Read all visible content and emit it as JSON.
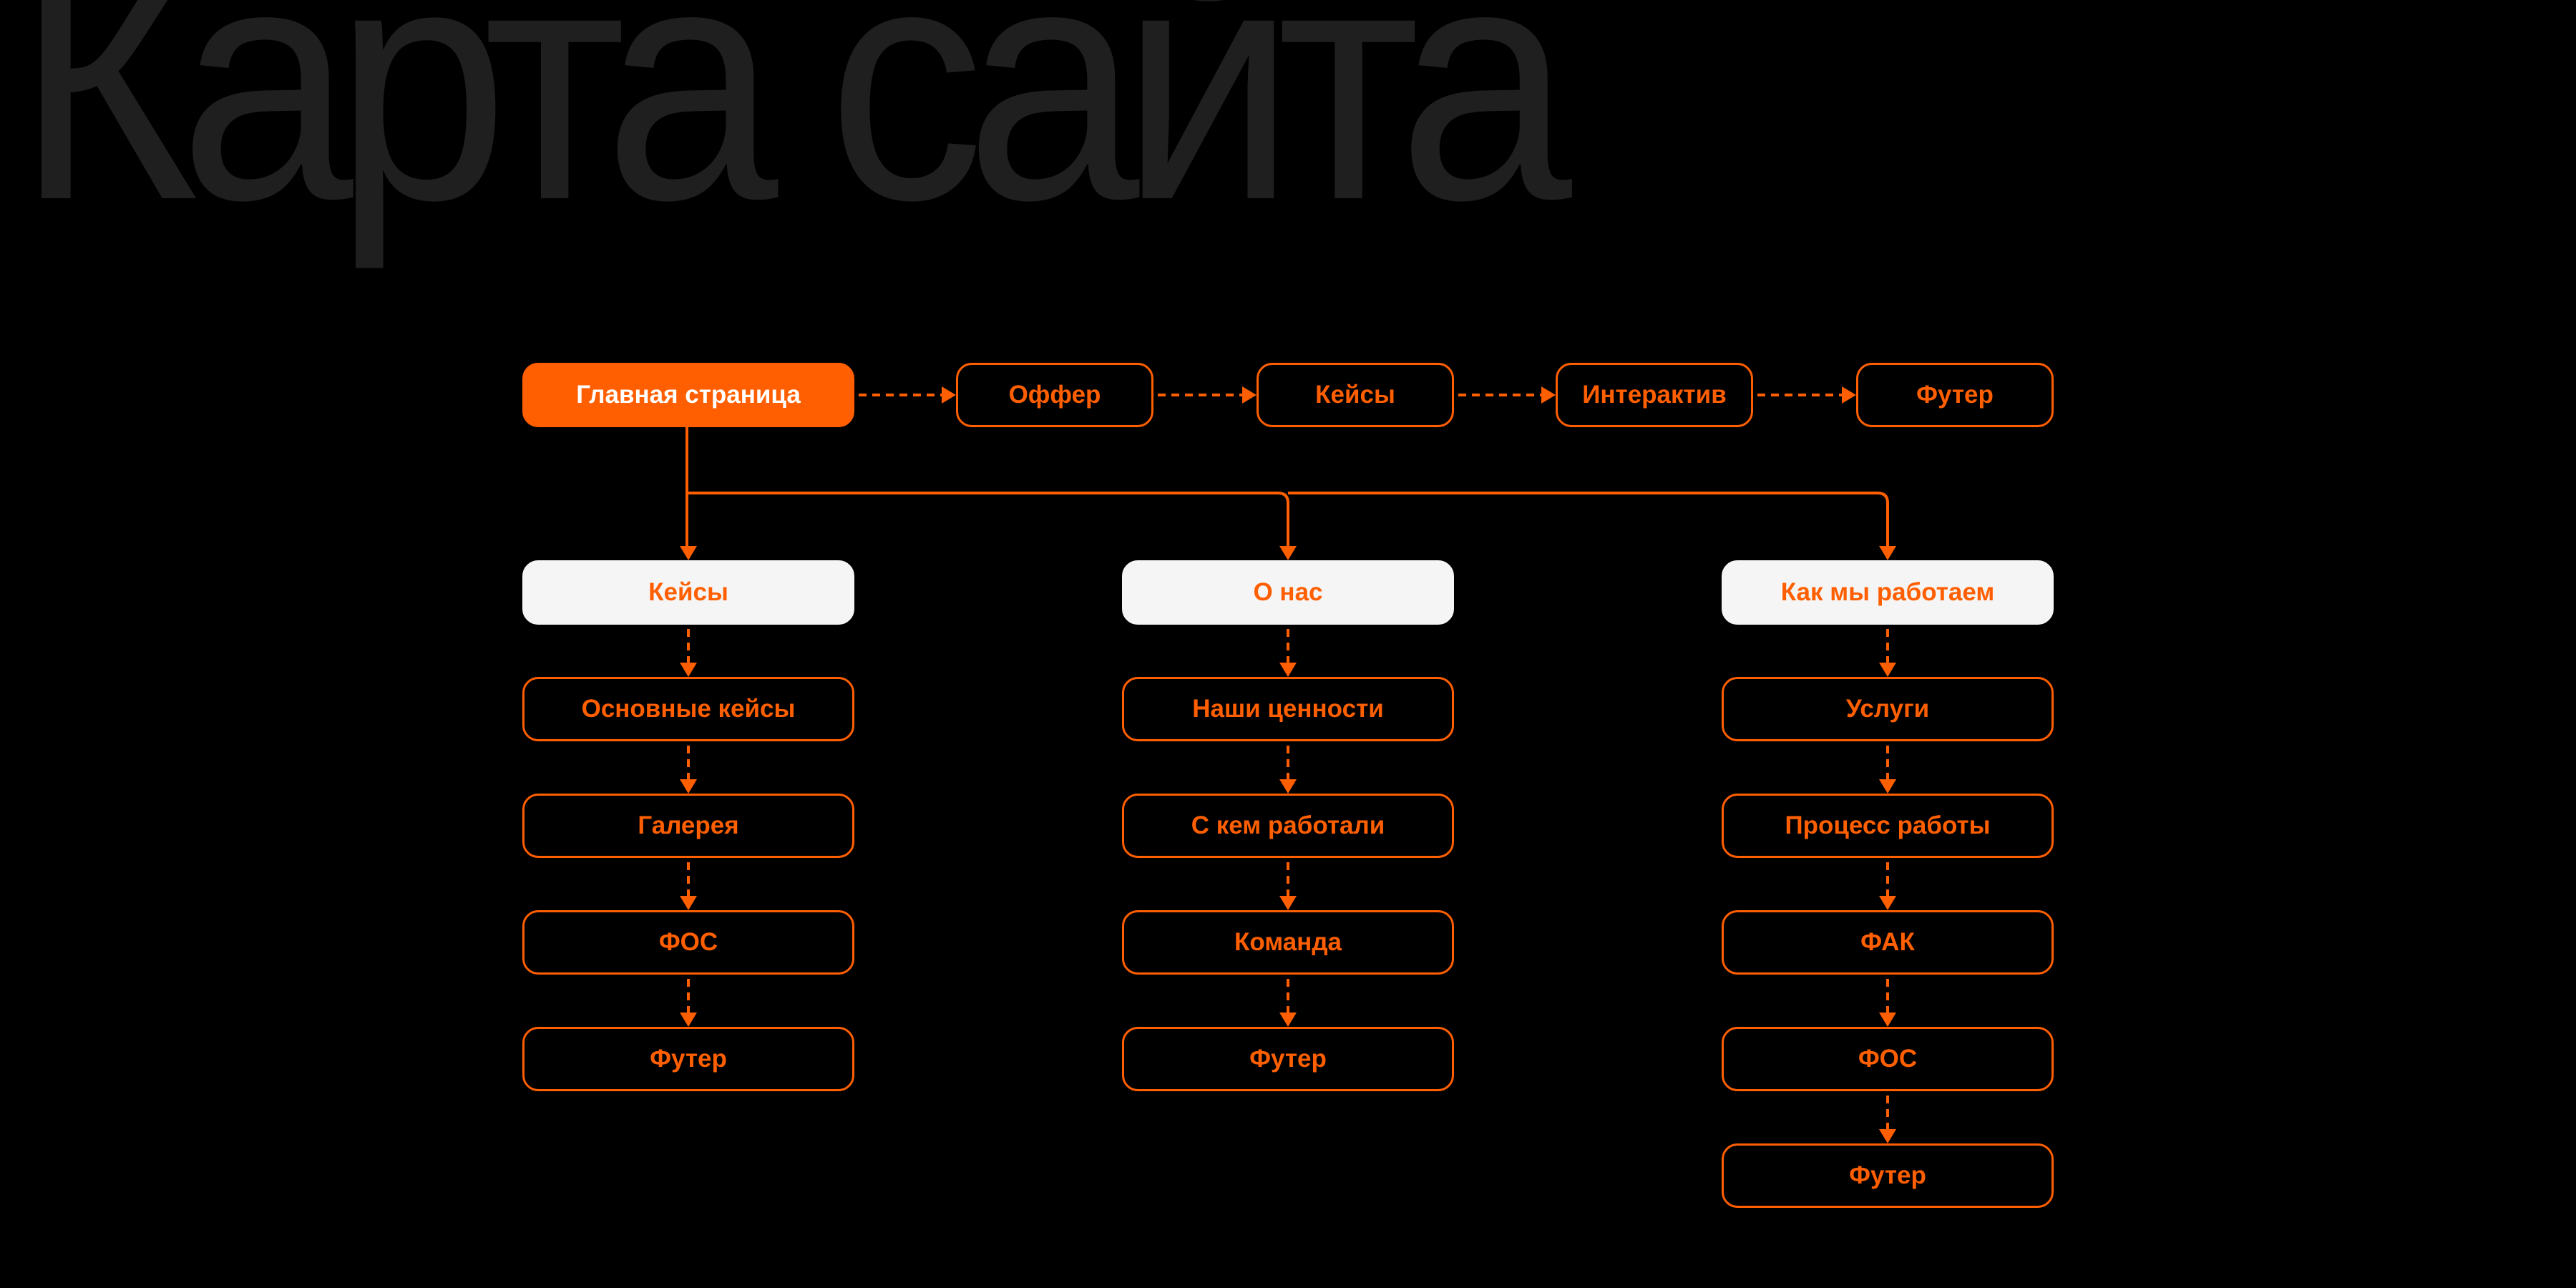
{
  "title": "Карта сайта",
  "colors": {
    "accent": "#ff5f00",
    "section_bg": "#f5f5f5",
    "title": "#1f1f1f",
    "background": "#000000"
  },
  "main": {
    "label": "Главная страница"
  },
  "top_flow": [
    "Оффер",
    "Кейсы",
    "Интерактив",
    "Футер"
  ],
  "columns": [
    {
      "section": "Кейсы",
      "items": [
        "Основные кейсы",
        "Галерея",
        "ФОС",
        "Футер"
      ]
    },
    {
      "section": "О нас",
      "items": [
        "Наши ценности",
        "С кем работали",
        "Команда",
        "Футер"
      ]
    },
    {
      "section": "Как мы работаем",
      "items": [
        "Услуги",
        "Процесс работы",
        "ФАК",
        "ФОС",
        "Футер"
      ]
    }
  ]
}
